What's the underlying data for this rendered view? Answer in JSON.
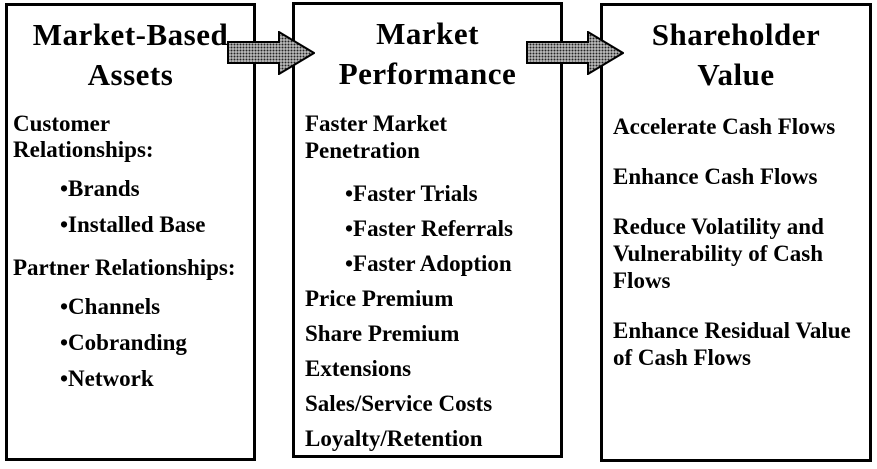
{
  "diagram": {
    "boxes": [
      {
        "title_lines": [
          "Market-Based",
          "Assets"
        ],
        "sections": [
          {
            "heading": "Customer Relationships:",
            "bullets": [
              "•Brands",
              "•Installed Base"
            ]
          },
          {
            "heading": "Partner Relationships:",
            "bullets": [
              "•Channels",
              "•Cobranding",
              "•Network"
            ]
          }
        ]
      },
      {
        "title_lines": [
          "Market",
          "Performance"
        ],
        "lead_item": "Faster Market Penetration",
        "lead_bullets": [
          "•Faster Trials",
          "•Faster Referrals",
          "•Faster Adoption"
        ],
        "items": [
          "Price Premium",
          "Share Premium",
          "Extensions",
          "Sales/Service Costs",
          "Loyalty/Retention"
        ]
      },
      {
        "title_lines": [
          "Shareholder",
          "Value"
        ],
        "items": [
          "Accelerate Cash Flows",
          "Enhance Cash Flows",
          "Reduce Volatility and Vulnerability of Cash Flows",
          "Enhance Residual Value of Cash Flows"
        ]
      }
    ],
    "arrows": [
      {
        "name": "assets-to-performance"
      },
      {
        "name": "performance-to-value"
      }
    ],
    "colors": {
      "background": "#ffffff",
      "border": "#000000",
      "text": "#000000",
      "arrow_base": "#bdbdbd",
      "arrow_dots": "#222222",
      "arrow_outline": "#000000"
    }
  }
}
